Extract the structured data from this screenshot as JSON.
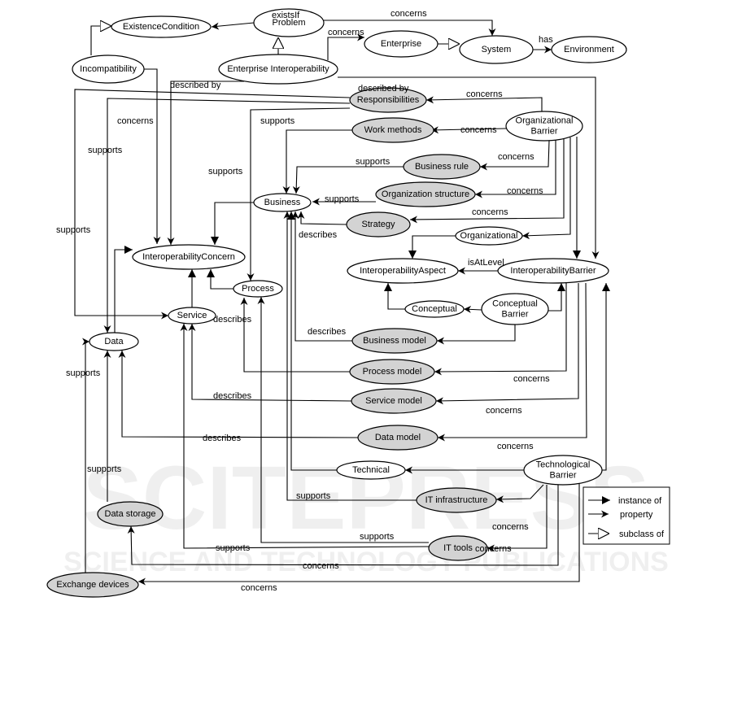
{
  "diagram": {
    "title": "Interoperability ontology",
    "nodes": {
      "existence_condition": {
        "label": "ExistenceCondition",
        "style": "plain"
      },
      "problem": {
        "label": "Problem",
        "style": "plain"
      },
      "incompatibility": {
        "label": "Incompatibility",
        "style": "plain"
      },
      "enterprise_interoperability": {
        "label": "Enterprise Interoperability",
        "style": "plain"
      },
      "enterprise": {
        "label": "Enterprise",
        "style": "plain"
      },
      "system": {
        "label": "System",
        "style": "plain"
      },
      "environment": {
        "label": "Environment",
        "style": "plain"
      },
      "responsibilities": {
        "label": "Responsibilities",
        "style": "gray"
      },
      "work_methods": {
        "label": "Work methods",
        "style": "gray"
      },
      "organizational_barrier": {
        "label": "Organizational|Barrier",
        "style": "plain"
      },
      "business_rule": {
        "label": "Business rule",
        "style": "gray"
      },
      "organization_structure": {
        "label": "Organization structure",
        "style": "gray"
      },
      "business": {
        "label": "Business",
        "style": "plain"
      },
      "strategy": {
        "label": "Strategy",
        "style": "gray"
      },
      "organizational": {
        "label": "Organizational",
        "style": "plain"
      },
      "interoperability_concern": {
        "label": "InteroperabilityConcern",
        "style": "plain"
      },
      "interoperability_aspect": {
        "label": "InteroperabilityAspect",
        "style": "plain"
      },
      "interoperability_barrier": {
        "label": "InteroperabilityBarrier",
        "style": "plain"
      },
      "process": {
        "label": "Process",
        "style": "plain"
      },
      "service": {
        "label": "Service",
        "style": "plain"
      },
      "conceptual": {
        "label": "Conceptual",
        "style": "plain"
      },
      "conceptual_barrier": {
        "label": "Conceptual|Barrier",
        "style": "plain"
      },
      "data": {
        "label": "Data",
        "style": "plain"
      },
      "business_model": {
        "label": "Business model",
        "style": "gray"
      },
      "process_model": {
        "label": "Process model",
        "style": "gray"
      },
      "service_model": {
        "label": "Service model",
        "style": "gray"
      },
      "data_model": {
        "label": "Data model",
        "style": "gray"
      },
      "technical": {
        "label": "Technical",
        "style": "plain"
      },
      "technological_barrier": {
        "label": "Technological|Barrier",
        "style": "plain"
      },
      "it_infrastructure": {
        "label": "IT infrastructure",
        "style": "gray"
      },
      "data_storage": {
        "label": "Data storage",
        "style": "gray"
      },
      "it_tools": {
        "label": "IT tools",
        "style": "gray"
      },
      "exchange_devices": {
        "label": "Exchange devices",
        "style": "gray"
      }
    },
    "edges": [
      {
        "id": "e1",
        "from": "problem",
        "to": "existence_condition",
        "label": "existsIf",
        "kind": "property"
      },
      {
        "id": "e2",
        "from": "problem",
        "to": "system",
        "label": "concerns",
        "kind": "property"
      },
      {
        "id": "e3",
        "from": "incompatibility",
        "to": "existence_condition",
        "label": "",
        "kind": "subclass"
      },
      {
        "id": "e4",
        "from": "enterprise_interoperability",
        "to": "problem",
        "label": "",
        "kind": "subclass"
      },
      {
        "id": "e5",
        "from": "enterprise_interoperability",
        "to": "enterprise",
        "label": "concerns",
        "kind": "property"
      },
      {
        "id": "e6",
        "from": "enterprise",
        "to": "system",
        "label": "",
        "kind": "subclass"
      },
      {
        "id": "e7",
        "from": "system",
        "to": "environment",
        "label": "has",
        "kind": "property"
      },
      {
        "id": "e8",
        "from": "incompatibility",
        "to": "interoperability_concern",
        "label": "concerns",
        "kind": "property"
      },
      {
        "id": "e9",
        "from": "enterprise_interoperability",
        "to": "interoperability_concern",
        "label": "described by",
        "kind": "property"
      },
      {
        "id": "e10",
        "from": "enterprise_interoperability",
        "to": "interoperability_barrier",
        "label": "described by",
        "kind": "property"
      },
      {
        "id": "e11",
        "from": "organizational_barrier",
        "to": "responsibilities",
        "label": "concerns",
        "kind": "property"
      },
      {
        "id": "e12",
        "from": "organizational_barrier",
        "to": "work_methods",
        "label": "concerns",
        "kind": "property"
      },
      {
        "id": "e13",
        "from": "organizational_barrier",
        "to": "business_rule",
        "label": "concerns",
        "kind": "property"
      },
      {
        "id": "e14",
        "from": "organizational_barrier",
        "to": "organization_structure",
        "label": "concerns",
        "kind": "property"
      },
      {
        "id": "e15",
        "from": "organizational_barrier",
        "to": "strategy",
        "label": "concerns",
        "kind": "property"
      },
      {
        "id": "e16",
        "from": "organizational_barrier",
        "to": "organizational",
        "label": "",
        "kind": "property"
      },
      {
        "id": "e17",
        "from": "organizational_barrier",
        "to": "interoperability_barrier",
        "label": "",
        "kind": "instance"
      },
      {
        "id": "e18",
        "from": "responsibilities",
        "to": "service",
        "label": "supports",
        "kind": "property"
      },
      {
        "id": "e19",
        "from": "responsibilities",
        "to": "data",
        "label": "supports",
        "kind": "property"
      },
      {
        "id": "e20",
        "from": "responsibilities",
        "to": "process",
        "label": "supports",
        "kind": "property"
      },
      {
        "id": "e21",
        "from": "work_methods",
        "to": "business",
        "label": "supports",
        "kind": "property"
      },
      {
        "id": "e22",
        "from": "business_rule",
        "to": "business",
        "label": "supports",
        "kind": "property"
      },
      {
        "id": "e23",
        "from": "organization_structure",
        "to": "business",
        "label": "supports",
        "kind": "property"
      },
      {
        "id": "e24",
        "from": "strategy",
        "to": "business",
        "label": "describes",
        "kind": "property"
      },
      {
        "id": "e25",
        "from": "business",
        "to": "interoperability_concern",
        "label": "",
        "kind": "instance"
      },
      {
        "id": "e26",
        "from": "organizational",
        "to": "interoperability_aspect",
        "label": "",
        "kind": "instance"
      },
      {
        "id": "e27",
        "from": "interoperability_barrier",
        "to": "interoperability_aspect",
        "label": "isAtLevel",
        "kind": "property"
      },
      {
        "id": "e28",
        "from": "process",
        "to": "interoperability_concern",
        "label": "",
        "kind": "instance"
      },
      {
        "id": "e29",
        "from": "service",
        "to": "interoperability_concern",
        "label": "",
        "kind": "instance"
      },
      {
        "id": "e30",
        "from": "data",
        "to": "interoperability_concern",
        "label": "",
        "kind": "instance"
      },
      {
        "id": "e31",
        "from": "conceptual_barrier",
        "to": "conceptual",
        "label": "",
        "kind": "property"
      },
      {
        "id": "e32",
        "from": "conceptual",
        "to": "interoperability_aspect",
        "label": "",
        "kind": "instance"
      },
      {
        "id": "e33",
        "from": "conceptual_barrier",
        "to": "interoperability_barrier",
        "label": "",
        "kind": "instance"
      },
      {
        "id": "e34",
        "from": "conceptual_barrier",
        "to": "business_model",
        "label": "",
        "kind": "property"
      },
      {
        "id": "e35",
        "from": "business_model",
        "to": "business",
        "label": "describes",
        "kind": "property"
      },
      {
        "id": "e36",
        "from": "interoperability_barrier",
        "to": "process_model",
        "label": "concerns",
        "kind": "property"
      },
      {
        "id": "e37",
        "from": "process_model",
        "to": "process",
        "label": "describes",
        "kind": "property"
      },
      {
        "id": "e38",
        "from": "interoperability_barrier",
        "to": "service_model",
        "label": "concerns",
        "kind": "property"
      },
      {
        "id": "e39",
        "from": "service_model",
        "to": "service",
        "label": "describes",
        "kind": "property"
      },
      {
        "id": "e40",
        "from": "interoperability_barrier",
        "to": "data_model",
        "label": "concerns",
        "kind": "property"
      },
      {
        "id": "e41",
        "from": "data_model",
        "to": "data",
        "label": "describes",
        "kind": "property"
      },
      {
        "id": "e42",
        "from": "technological_barrier",
        "to": "technical",
        "label": "",
        "kind": "property"
      },
      {
        "id": "e43",
        "from": "technical",
        "to": "interoperability_aspect",
        "label": "",
        "kind": "instance"
      },
      {
        "id": "e44",
        "from": "technological_barrier",
        "to": "interoperability_barrier",
        "label": "",
        "kind": "instance"
      },
      {
        "id": "e45",
        "from": "technological_barrier",
        "to": "it_infrastructure",
        "label": "",
        "kind": "property"
      },
      {
        "id": "e46",
        "from": "it_infrastructure",
        "to": "business",
        "label": "supports",
        "kind": "property"
      },
      {
        "id": "e47",
        "from": "technological_barrier",
        "to": "it_tools",
        "label": "concerns",
        "kind": "property"
      },
      {
        "id": "e48",
        "from": "it_tools",
        "to": "service",
        "label": "supports",
        "kind": "property"
      },
      {
        "id": "e49",
        "from": "it_tools",
        "to": "process",
        "label": "supports",
        "kind": "property"
      },
      {
        "id": "e50",
        "from": "technological_barrier",
        "to": "data_storage",
        "label": "concerns",
        "kind": "property"
      },
      {
        "id": "e51",
        "from": "data_storage",
        "to": "data",
        "label": "supports",
        "kind": "property"
      },
      {
        "id": "e52",
        "from": "technological_barrier",
        "to": "exchange_devices",
        "label": "concerns",
        "kind": "property"
      },
      {
        "id": "e53",
        "from": "exchange_devices",
        "to": "data",
        "label": "supports",
        "kind": "property"
      }
    ],
    "extra_labels": {
      "l_concerns_it": "concerns"
    },
    "legend": [
      {
        "kind": "instance",
        "label": "instance of"
      },
      {
        "kind": "property",
        "label": "property"
      },
      {
        "kind": "subclass",
        "label": "subclass of"
      }
    ],
    "watermark": {
      "big": "SCITEPRESS",
      "small": "SCIENCE AND TECHNOLOGY PUBLICATIONS"
    }
  }
}
